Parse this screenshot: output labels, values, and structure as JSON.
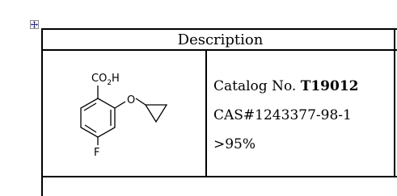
{
  "table": {
    "header": "Description",
    "catalog_prefix": "Catalog No. ",
    "catalog_number": "T19012",
    "cas": "CAS#1243377-98-1",
    "purity": ">95%"
  },
  "structure": {
    "acid_group": "CO",
    "acid_subscript": "2",
    "acid_suffix": "H",
    "fluoro_label": "F",
    "oxygen_label": "O"
  },
  "icons": {
    "table_move_handle": "four-way-arrow-icon"
  }
}
